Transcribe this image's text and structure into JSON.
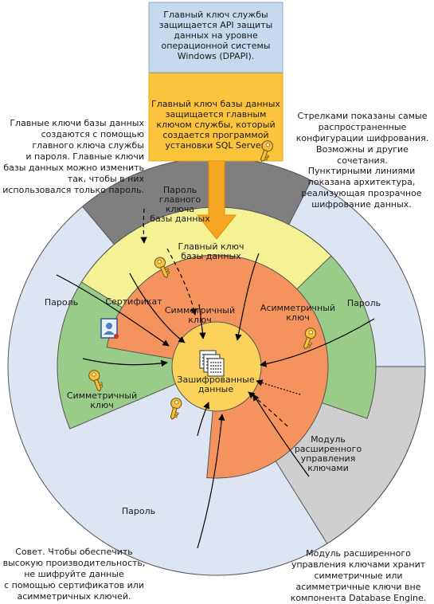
{
  "top_box": "Главный ключ службы\nзащищается API защиты\nданных на уровне\nоперационной системы\nWindows (DPAPI).",
  "service_box": "Главный ключ базы данных\nзащищается главным\nключом службы, который\nсоздается программой\nустановки SQL Server.",
  "notes": {
    "top_left": "Главные ключи базы данных\nсоздаются с помощью\nглавного ключа службы\nи пароля. Главные ключи\nбазы данных можно изменить\nтак, чтобы в них\nиспользовался только пароль.",
    "top_right_1": "Стрелками показаны самые\nраспространенные\nконфигурации шифрования.\nВозможны и другие сочетания.",
    "top_right_2": "Пунктирными линиями\nпоказана архитектура,\nреализующая прозрачное\nшифрование данных.",
    "bottom_left": "Совет. Чтобы обеспечить\nвысокую производительность,\nне шифруйте данные\nс помощью сертификатов или\nасимметричных ключей.",
    "bottom_right": "Модуль расширенного\nуправления ключами хранит\nсимметричные или\nасимметричные ключи вне\nкомпонента Database Engine."
  },
  "labels": {
    "password_dmk": "Пароль\nглавного\nключа\nбазы данных",
    "dmk": "Главный ключ\nбазы данных",
    "certificate": "Сертификат",
    "asymmetric_key": "Асимметричный\nключ",
    "symmetric_key_inner": "Симметричный\nключ",
    "symmetric_key_outer": "Симметричный\nключ",
    "encrypted_data": "Зашифрованные\nданные",
    "password_left": "Пароль",
    "password_right": "Пароль",
    "password_bottom": "Пароль",
    "ekm": "Модуль\nрасширенного\nуправления\nключами"
  },
  "colors": {
    "outer_ring": "#dde5f2",
    "dark_sector": "#7f7f7f",
    "ekm_sector": "#cfcfcf",
    "green_ring": "#99cc88",
    "yellow_sector": "#f5f296",
    "orange_ring": "#f4935e",
    "center": "#fbd35a",
    "blue_box": "#c6d9ef",
    "orange_box": "#fcc43c",
    "arrow_orange": "#f6a623"
  },
  "icons": [
    "key-icon",
    "certificate-icon",
    "document-stack-icon"
  ]
}
